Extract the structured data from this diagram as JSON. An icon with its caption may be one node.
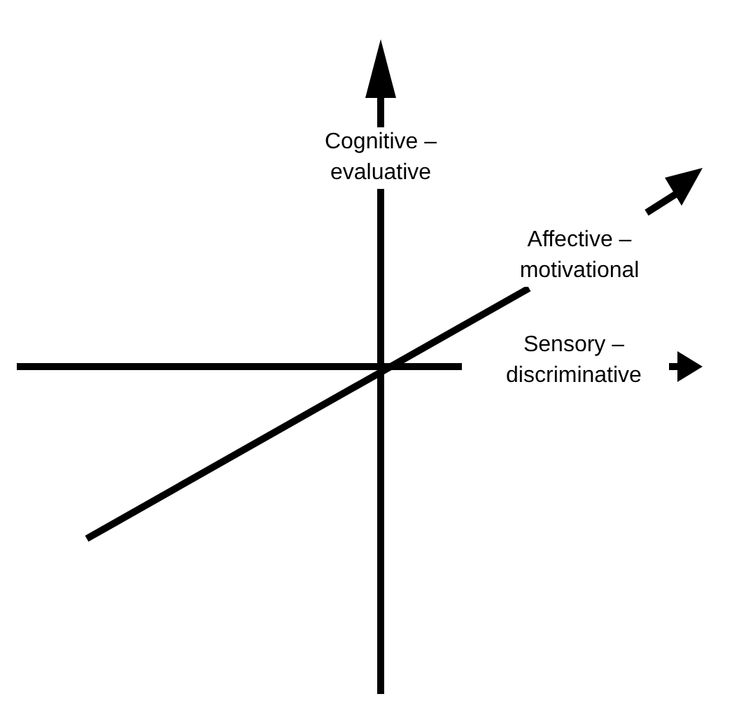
{
  "diagram": {
    "labels": [
      "Cognitive – evaluative",
      "Affective – motivational",
      "Sensory – discriminative"
    ]
  }
}
